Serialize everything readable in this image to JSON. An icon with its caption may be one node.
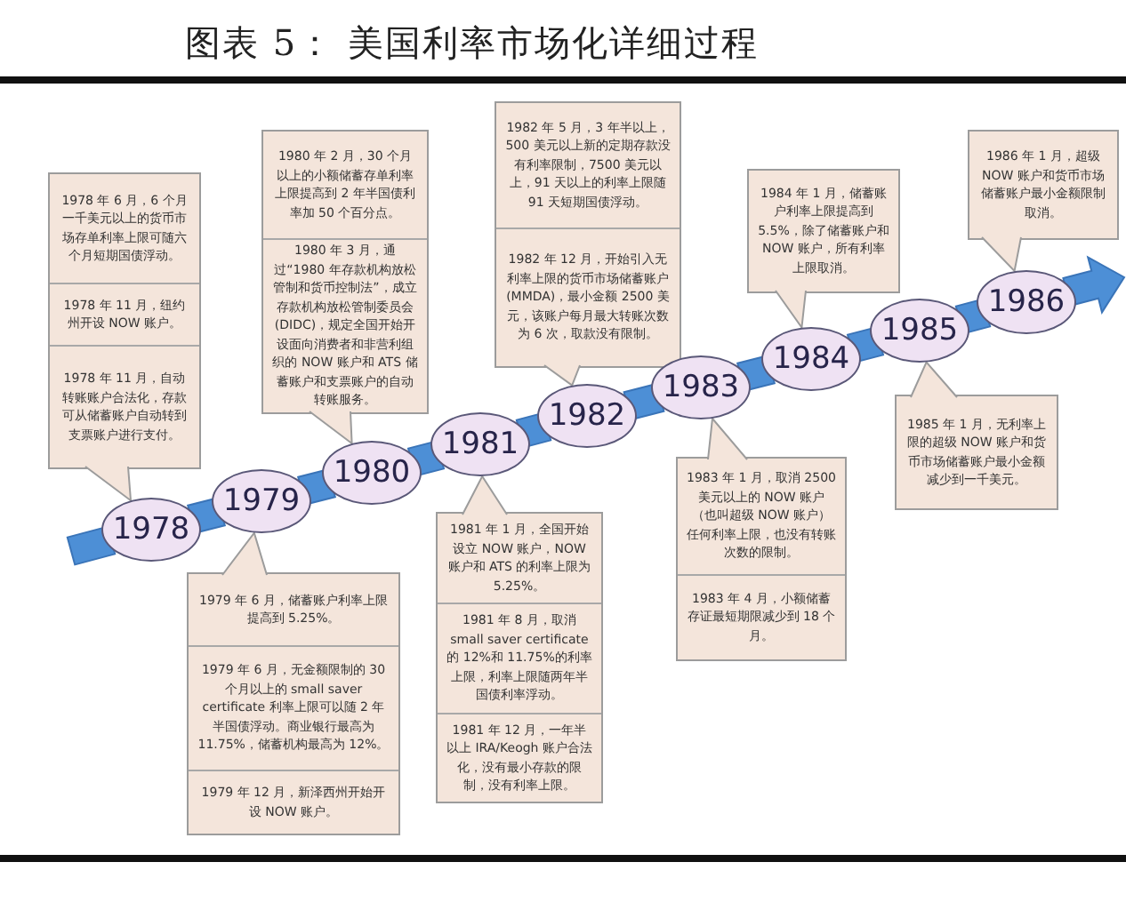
{
  "diagram": {
    "title": "图表 5： 美国利率市场化详细过程",
    "nodes": [
      {
        "text": [
          "1978"
        ]
      },
      {
        "text": [
          "1979"
        ]
      },
      {
        "text": [
          "1980"
        ]
      },
      {
        "text": [
          "1981"
        ]
      },
      {
        "text": [
          "1982"
        ]
      },
      {
        "text": [
          "1983"
        ]
      },
      {
        "text": [
          "1984"
        ]
      },
      {
        "text": [
          "1985"
        ]
      },
      {
        "text": [
          "1986"
        ]
      },
      {
        "text": [
          "1978 年 6 月，6 个月一千美元以上的货币市场存单利率上限可随六个月短期国债浮动。",
          "1978 年 11 月，纽约州开设 NOW 账户。",
          "1978 年 11 月，自动转账账户合法化，存款可从储蓄账户自动转到支票账户进行支付。"
        ]
      },
      {
        "text": [
          "1979 年 6 月，储蓄账户利率上限提高到 5.25%。",
          "1979 年 6 月，无金额限制的 30 个月以上的 small saver certificate 利率上限可以随 2 年半国债浮动。商业银行最高为 11.75%，储蓄机构最高为 12%。",
          "1979 年 12 月，新泽西州开始开设 NOW 账户。"
        ]
      },
      {
        "text": [
          "1980 年 2 月，30 个月以上的小额储蓄存单利率上限提高到 2 年半国债利率加 50 个百分点。",
          "1980 年 3 月，通过“1980 年存款机构放松管制和货币控制法”，成立存款机构放松管制委员会(DIDC)，规定全国开始开设面向消费者和非营利组织的 NOW 账户和 ATS 储蓄账户和支票账户的自动转账服务。"
        ]
      },
      {
        "text": [
          "1981 年 1 月，全国开始设立 NOW 账户，NOW 账户和 ATS 的利率上限为 5.25%。",
          "1981 年 8 月，取消 small saver certificate 的 12%和 11.75%的利率上限，利率上限随两年半国债利率浮动。",
          "1981 年 12 月，一年半以上 IRA/Keogh 账户合法化，没有最小存款的限制，没有利率上限。"
        ]
      },
      {
        "text": [
          "1982 年 5 月，3 年半以上，500 美元以上新的定期存款没有利率限制，7500 美元以上，91 天以上的利率上限随 91 天短期国债浮动。",
          "1982 年 12 月，开始引入无利率上限的货币市场储蓄账户(MMDA)，最小金额 2500 美元，该账户每月最大转账次数为 6 次，取款没有限制。"
        ]
      },
      {
        "text": [
          "1983 年 1 月，取消 2500 美元以上的 NOW 账户（也叫超级 NOW 账户）任何利率上限，也没有转账次数的限制。",
          "1983 年 4 月，小额储蓄存证最短期限减少到 18 个月。"
        ]
      },
      {
        "text": [
          "1984 年 1 月，储蓄账户利率上限提高到 5.5%，除了储蓄账户和 NOW 账户，所有利率上限取消。"
        ]
      },
      {
        "text": [
          "1985 年 1 月，无利率上限的超级 NOW 账户和货币市场储蓄账户最小金额减少到一千美元。"
        ]
      },
      {
        "text": [
          "1986 年 1 月，超级 NOW 账户和货币市场储蓄账户最小金额限制取消。"
        ]
      }
    ],
    "edges": [
      {
        "from": 9,
        "to": 0,
        "arrow": "to"
      },
      {
        "from": 10,
        "to": 1,
        "arrow": "to"
      },
      {
        "from": 11,
        "to": 2,
        "arrow": "to"
      },
      {
        "from": 12,
        "to": 3,
        "arrow": "to"
      },
      {
        "from": 13,
        "to": 4,
        "arrow": "to"
      },
      {
        "from": 14,
        "to": 5,
        "arrow": "to"
      },
      {
        "from": 15,
        "to": 6,
        "arrow": "to"
      },
      {
        "from": 16,
        "to": 7,
        "arrow": "to"
      },
      {
        "from": 17,
        "to": 8,
        "arrow": "to"
      },
      {
        "from": null,
        "to": 0,
        "arrow": "none",
        "style": "thick",
        "color": "#4d8fd6"
      },
      {
        "from": 0,
        "to": 1,
        "arrow": "none",
        "style": "thick",
        "color": "#4d8fd6"
      },
      {
        "from": 1,
        "to": 2,
        "arrow": "none",
        "style": "thick",
        "color": "#4d8fd6"
      },
      {
        "from": 2,
        "to": 3,
        "arrow": "none",
        "style": "thick",
        "color": "#4d8fd6"
      },
      {
        "from": 3,
        "to": 4,
        "arrow": "none",
        "style": "thick",
        "color": "#4d8fd6"
      },
      {
        "from": 4,
        "to": 5,
        "arrow": "none",
        "style": "thick",
        "color": "#4d8fd6"
      },
      {
        "from": 5,
        "to": 6,
        "arrow": "none",
        "style": "thick",
        "color": "#4d8fd6"
      },
      {
        "from": 6,
        "to": 7,
        "arrow": "none",
        "style": "thick",
        "color": "#4d8fd6"
      },
      {
        "from": 7,
        "to": 8,
        "arrow": "none",
        "style": "thick",
        "color": "#4d8fd6"
      },
      {
        "from": 8,
        "to": null,
        "arrow": "to",
        "style": "thick",
        "color": "#4d8fd6"
      }
    ]
  }
}
